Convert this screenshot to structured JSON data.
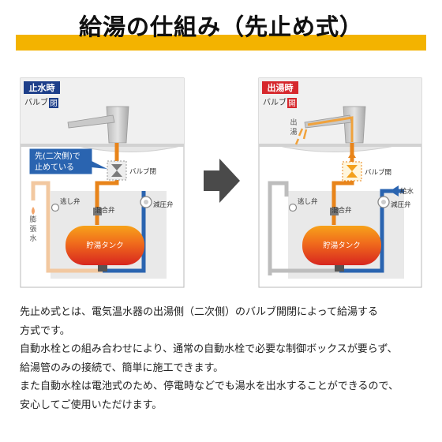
{
  "title": "給湯の仕組み（先止め式）",
  "panels": {
    "left": {
      "state_label": "止水時",
      "valve_label": "バルブ",
      "valve_state": "閉",
      "callout_line1": "先(二次側)で",
      "callout_line2": "止めている",
      "valve_name": "バルブ閉",
      "relief_valve": "逃し弁",
      "mixing_valve": "混合弁",
      "pressure_valve": "減圧弁",
      "tank": "貯湯タンク",
      "expansion_water": [
        "膨",
        "張",
        "水"
      ]
    },
    "right": {
      "state_label": "出湯時",
      "valve_label": "バルブ",
      "valve_state": "開",
      "outlet_label": [
        "出",
        "湯"
      ],
      "valve_name": "バルブ開",
      "supply_label": "給水",
      "relief_valve": "逃し弁",
      "mixing_valve": "混合弁",
      "pressure_valve": "減圧弁",
      "tank": "貯湯タンク"
    }
  },
  "description": [
    "先止め式とは、電気温水器の出湯側（二次側）のバルブ開閉によって給湯する",
    "方式です。",
    "自動水栓との組み合わせにより、通常の自動水栓で必要な制御ボックスが要らず、",
    "給湯管のみの接続で、簡単に施工できます。",
    "また自動水栓は電池式のため、停電時などでも湯水を出水することができるので、",
    "安心してご使用いただけます。"
  ],
  "colors": {
    "accent": "#f3b300",
    "hot_pipe": "#e8841a",
    "cold_pipe": "#2a64b0",
    "stopped_pipe": "#f2c8a0",
    "state_stop": "#1e3f8a",
    "state_open": "#d6282d",
    "callout": "#2a64b0"
  }
}
